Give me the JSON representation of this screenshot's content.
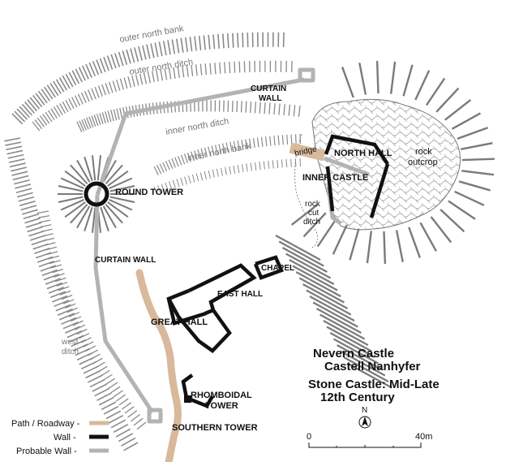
{
  "title": {
    "line1": "Nevern Castle",
    "line2": "Castell Nanhyfer",
    "line3": "Stone Castle: Mid-Late",
    "line4": "12th Century"
  },
  "labels": {
    "outer_north_bank": "outer north bank",
    "outer_north_ditch": "outer north ditch",
    "inner_north_ditch": "inner north ditch",
    "inner_north_bank": "inner north bank",
    "curtain_wall_top_1": "CURTAIN",
    "curtain_wall_top_2": "WALL",
    "bridge": "bridge",
    "north_hall": "NORTH  HALL",
    "rock_outcrop_1": "rock",
    "rock_outcrop_2": "outcrop",
    "inner_castle": "INNER CASTLE",
    "rock_cut_ditch_1": "rock",
    "rock_cut_ditch_2": "cut",
    "rock_cut_ditch_3": "ditch",
    "round_tower": "ROUND TOWER",
    "curtain_wall_left": "CURTAIN WALL",
    "chapel": "CHAPEL",
    "east_hall": "EAST HALL",
    "great_hall": "GREAT HALL",
    "west_ditch_1": "west",
    "west_ditch_2": "ditch",
    "rhomboidal_tower_1": "RHOMBOIDAL",
    "rhomboidal_tower_2": "TOWER",
    "southern_tower": "SOUTHERN TOWER"
  },
  "legend": {
    "items": [
      {
        "label": "Path / Roadway -",
        "color": "#d9b99b"
      },
      {
        "label": "Wall -",
        "color": "#111111"
      },
      {
        "label": "Probable Wall -",
        "color": "#b3b3b3"
      }
    ]
  },
  "north_arrow": {
    "label": "N"
  },
  "scale_bar": {
    "start": "0",
    "end": "40m"
  },
  "colors": {
    "wall": "#111111",
    "probable_wall": "#b3b3b3",
    "path": "#d9b99b",
    "hachure": "#8a8a8a",
    "rock": "#9a9a9a"
  }
}
